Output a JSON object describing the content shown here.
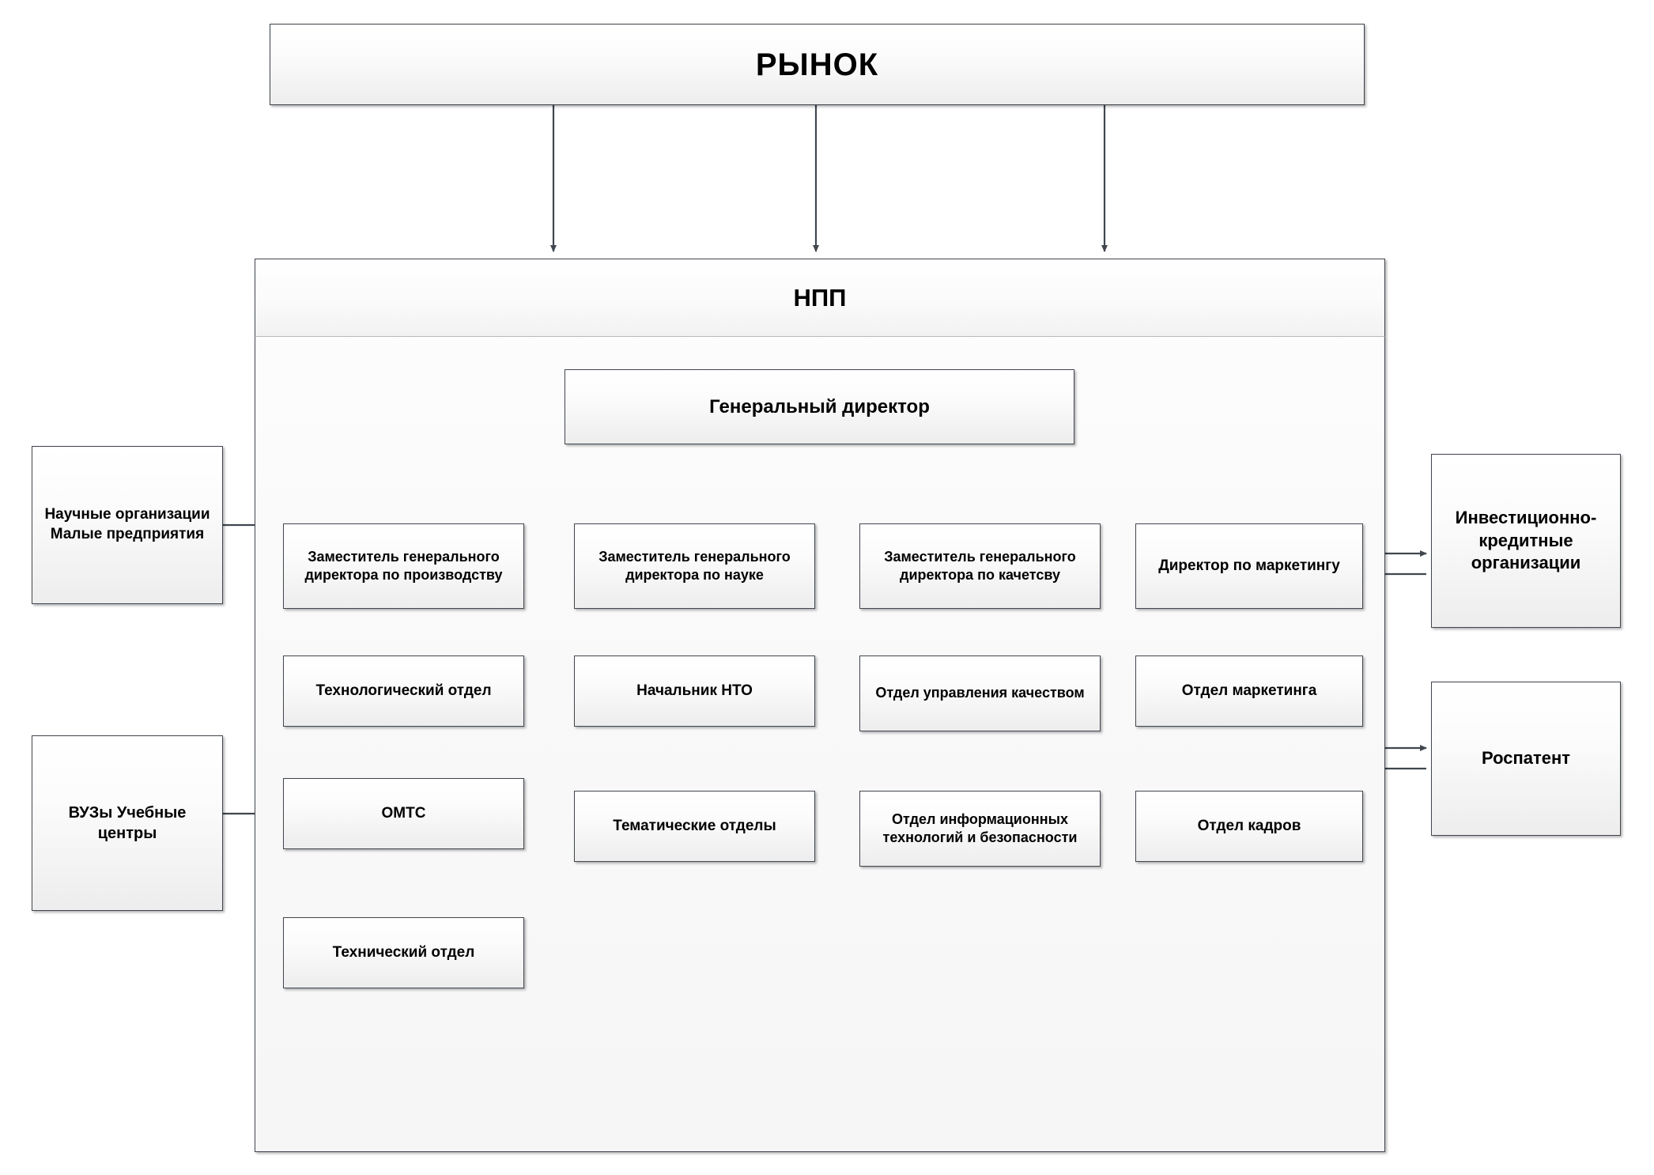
{
  "diagram": {
    "title": "РЫНОК",
    "container_label": "НПП",
    "general_director": "Генеральный директор",
    "deputies": [
      {
        "id": "production",
        "label": "Заместитель генерального директора по производству"
      },
      {
        "id": "science",
        "label": "Заместитель генерального директора по науке"
      },
      {
        "id": "quality",
        "label": "Заместитель генерального директора по качетсву"
      },
      {
        "id": "marketing",
        "label": "Директор по маркетингу"
      }
    ],
    "units": {
      "production": [
        {
          "id": "tech-dept",
          "label": "Технологический отдел"
        },
        {
          "id": "omts",
          "label": "ОМТС"
        },
        {
          "id": "technical-dept",
          "label": "Технический отдел"
        }
      ],
      "science": [
        {
          "id": "nto-head",
          "label": "Начальник НТО"
        },
        {
          "id": "thematic-depts",
          "label": "Тематические отделы"
        }
      ],
      "quality": [
        {
          "id": "quality-mgmt",
          "label": "Отдел управления качеством"
        },
        {
          "id": "it-security",
          "label": "Отдел информационных технологий и безопасности"
        }
      ],
      "marketing": [
        {
          "id": "marketing-dept",
          "label": "Отдел маркетинга"
        },
        {
          "id": "hr-dept",
          "label": "Отдел кадров"
        }
      ]
    },
    "external_left": [
      {
        "id": "scientific-orgs",
        "label": "Научные организации Малые предприятия"
      },
      {
        "id": "universities",
        "label": "ВУЗы Учебные центры"
      }
    ],
    "external_right": [
      {
        "id": "investment-credit",
        "label": "Инвестиционно-кредитные организации"
      },
      {
        "id": "rospatent",
        "label": "Роспатент"
      }
    ]
  },
  "colors": {
    "line": "#41474f",
    "box_border": "#41474f",
    "text": "#000000",
    "background": "#ffffff"
  }
}
